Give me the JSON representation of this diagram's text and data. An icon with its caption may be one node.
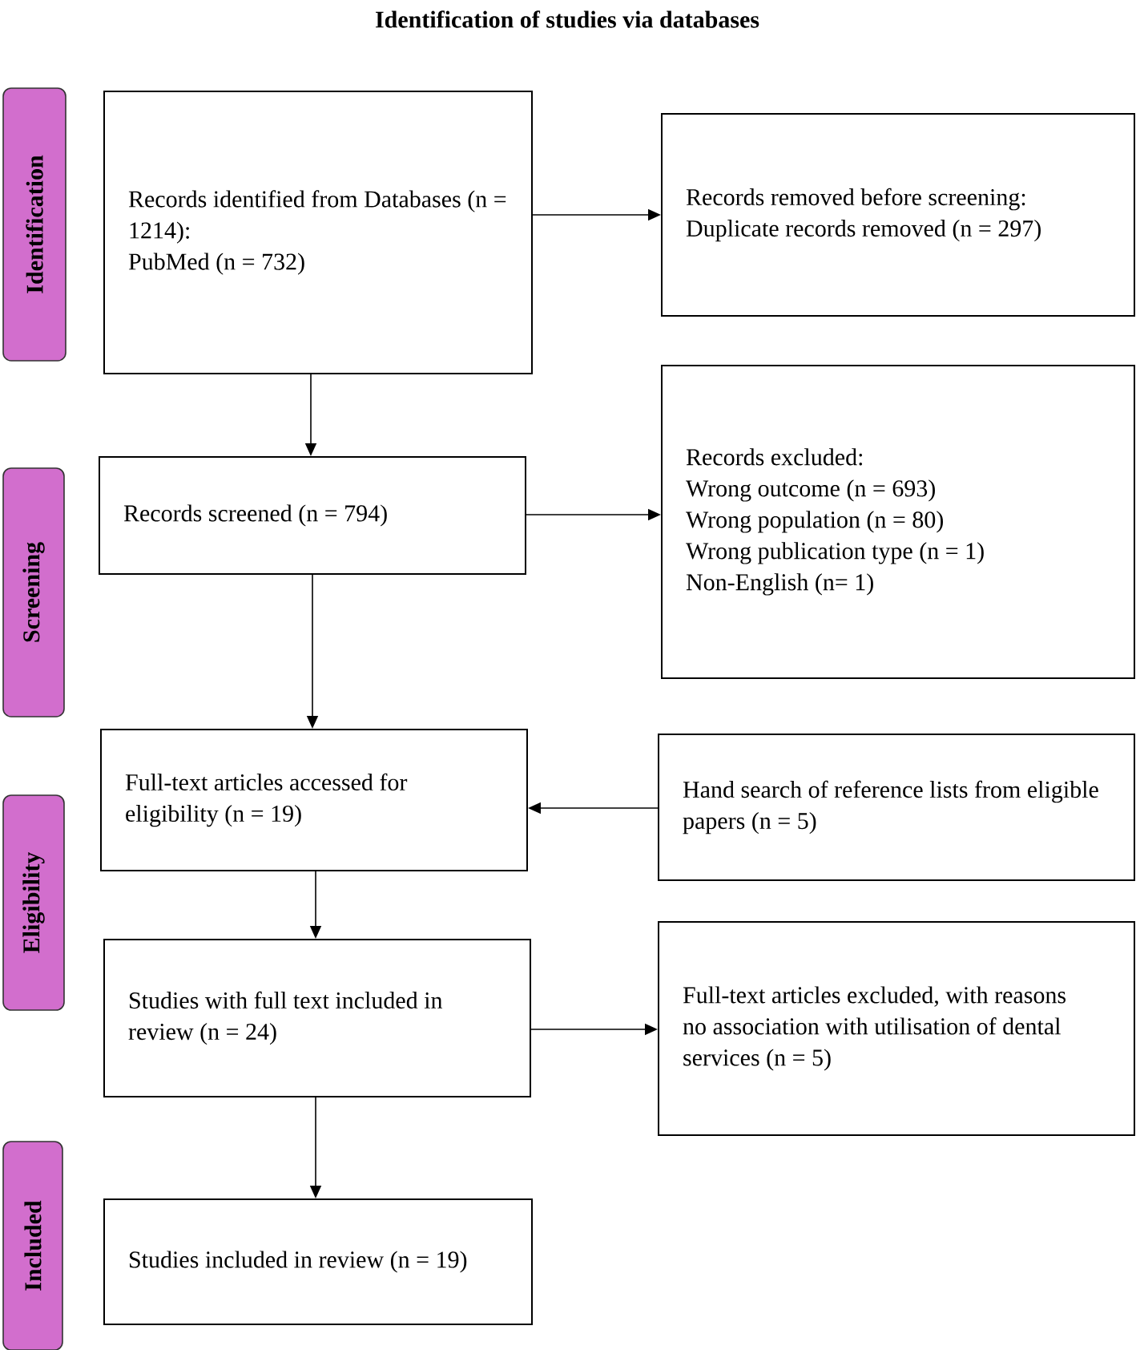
{
  "diagram": {
    "title": "Identification of studies via databases",
    "nodes": [
      {
        "text": [
          "Identification"
        ]
      },
      {
        "text": [
          "Screening"
        ]
      },
      {
        "text": [
          "Eligibility"
        ]
      },
      {
        "text": [
          "Included"
        ]
      },
      {
        "text": [
          "Records identified from Databases (n = 1214):",
          "PubMed (n = 732)"
        ]
      },
      {
        "text": [
          "Records removed before screening:",
          "Duplicate records removed (n = 297)"
        ]
      },
      {
        "text": [
          "Records screened (n = 794)"
        ]
      },
      {
        "text": [
          "Records excluded:",
          "Wrong outcome (n = 693)",
          "Wrong population (n = 80)",
          "Wrong publication type (n = 1)",
          "Non-English (n= 1)"
        ]
      },
      {
        "text": [
          "Full-text articles accessed for eligibility (n = 19)"
        ]
      },
      {
        "text": [
          "Hand search of reference lists from eligible papers (n = 5)"
        ]
      },
      {
        "text": [
          "Studies with full text included in review (n = 24)"
        ]
      },
      {
        "text": [
          "Full-text articles excluded, with reasons",
          "no association with utilisation of dental services (n = 5)"
        ]
      },
      {
        "text": [
          "Studies included in review (n = 19)"
        ]
      }
    ],
    "edges": [
      {
        "from": 4,
        "to": 5,
        "arrow": "to"
      },
      {
        "from": 4,
        "to": 6,
        "arrow": "to"
      },
      {
        "from": 6,
        "to": 7,
        "arrow": "to"
      },
      {
        "from": 6,
        "to": 8,
        "arrow": "to"
      },
      {
        "from": 9,
        "to": 8,
        "arrow": "to"
      },
      {
        "from": 8,
        "to": 10,
        "arrow": "to"
      },
      {
        "from": 10,
        "to": 11,
        "arrow": "to"
      },
      {
        "from": 10,
        "to": 12,
        "arrow": "to"
      }
    ]
  }
}
